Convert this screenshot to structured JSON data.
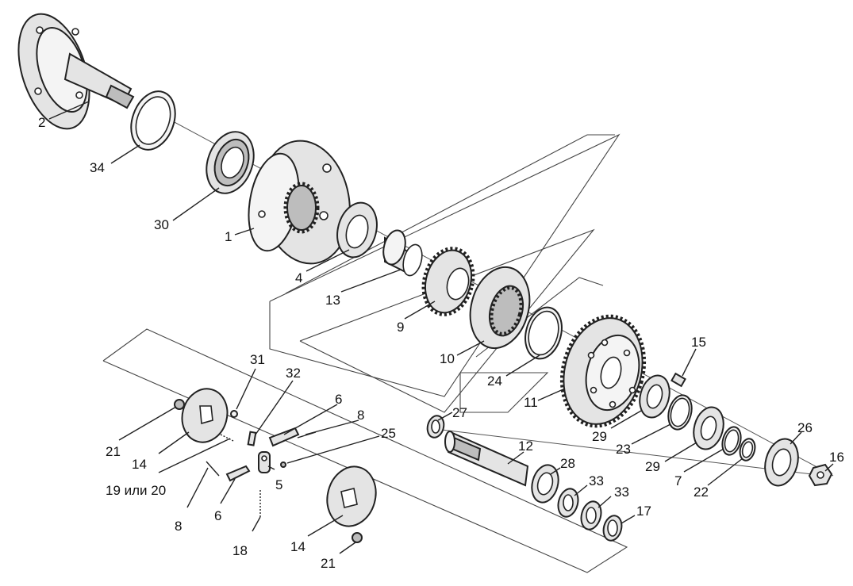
{
  "callouts": {
    "c1": "1",
    "c2": "2",
    "c4": "4",
    "c5": "5",
    "c6a": "6",
    "c6b": "6",
    "c7": "7",
    "c8a": "8",
    "c8b": "8",
    "c9": "9",
    "c10": "10",
    "c11": "11",
    "c12": "12",
    "c13": "13",
    "c14a": "14",
    "c14b": "14",
    "c15": "15",
    "c16": "16",
    "c17": "17",
    "c18": "18",
    "c19": "19 или 20",
    "c21a": "21",
    "c21b": "21",
    "c22": "22",
    "c23": "23",
    "c24": "24",
    "c25": "25",
    "c26": "26",
    "c27": "27",
    "c28": "28",
    "c29a": "29",
    "c29b": "29",
    "c30": "30",
    "c31": "31",
    "c32": "32",
    "c33a": "33",
    "c33b": "33",
    "c34": "34"
  }
}
